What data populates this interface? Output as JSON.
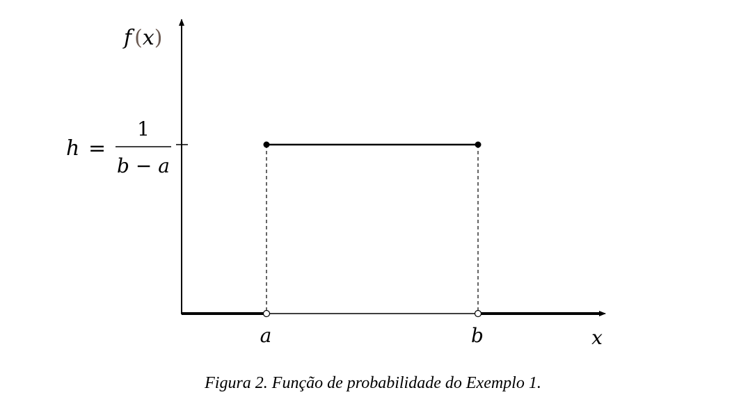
{
  "figure": {
    "y_axis_label": {
      "func": "f",
      "open": "(",
      "var": "x",
      "close": ")"
    },
    "x_axis_label": "x",
    "h_label": {
      "lhs": "h",
      "equals": "=",
      "numerator": "1",
      "denominator": "b − a"
    },
    "point_a_label": "a",
    "point_b_label": "b",
    "caption": "Figura 2. Função de probabilidade do Exemplo 1."
  },
  "colors": {
    "ink": "#000000",
    "paren": "#6b5a52"
  }
}
